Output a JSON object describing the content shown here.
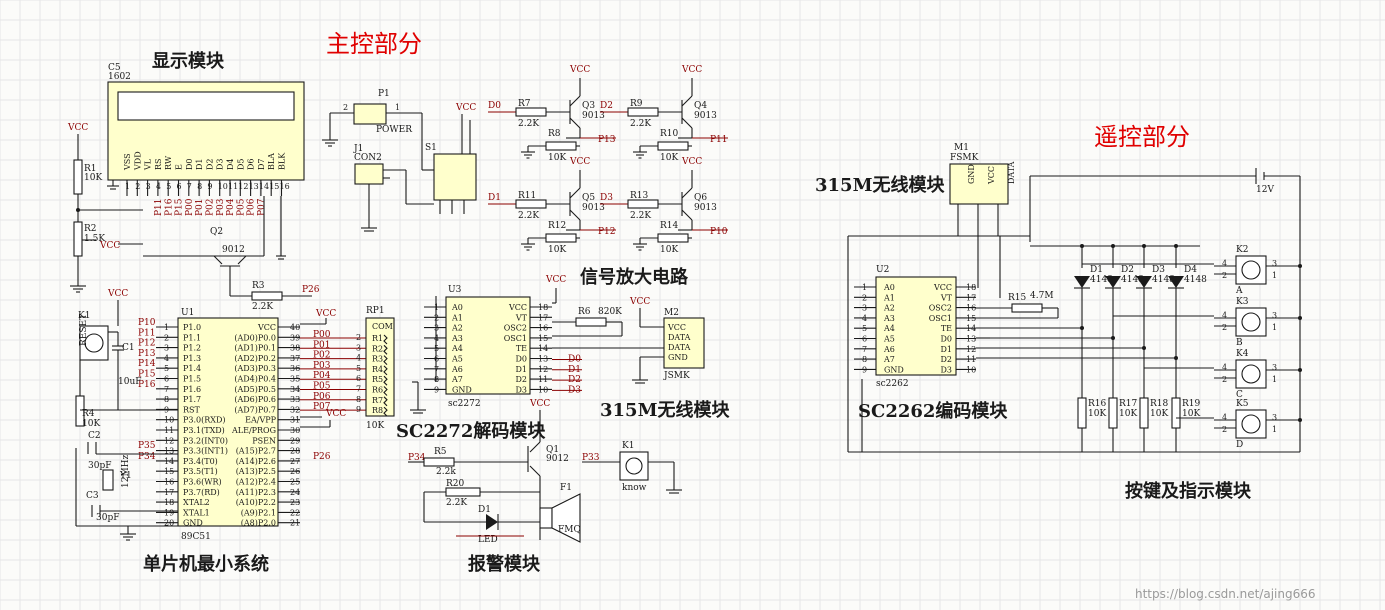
{
  "titles": {
    "main_control": "主控部分",
    "remote_control": "遥控部分",
    "display_module": "显示模块",
    "signal_amp": "信号放大电路",
    "mcu_min": "单片机最小系统",
    "rf_rx": "315M无线模块",
    "decoder": "SC2272解码模块",
    "alarm": "报警模块",
    "rf_tx": "315M无线模块",
    "encoder": "SC2262编码模块",
    "keys": "按键及指示模块"
  },
  "power": {
    "vcc": "VCC",
    "gnd": "GND",
    "battery": "12V"
  },
  "lcd": {
    "ref": "C5",
    "model": "1602",
    "pins": [
      "VSS",
      "VDD",
      "VL",
      "RS",
      "RW",
      "E",
      "D0",
      "D1",
      "D2",
      "D3",
      "D4",
      "D5",
      "D6",
      "D7",
      "BLA",
      "BLK"
    ],
    "nets": [
      "P11",
      "P16",
      "P15",
      "P00",
      "P01",
      "P02",
      "P03",
      "P04",
      "P05",
      "P06",
      "P07"
    ]
  },
  "connectors": {
    "p1": "P1",
    "p1_label": "POWER",
    "j1": "J1",
    "j1_label": "CON2",
    "s1": "S1"
  },
  "resistors": {
    "r1": "R1",
    "r1v": "10K",
    "r2": "R2",
    "r2v": "1.5K",
    "r3": "R3",
    "r3v": "2.2K",
    "r4": "R4",
    "r4v": "10K",
    "r5": "R5",
    "r5v": "2.2k",
    "r20": "R20",
    "r20v": "2.2K",
    "r6": "R6",
    "r6v": "820K",
    "r7": "R7",
    "r8": "R8",
    "r9": "R9",
    "r10": "R10",
    "r11": "R11",
    "r12": "R12",
    "r13": "R13",
    "r14": "R14",
    "r15": "R15",
    "r15v": "4.7M",
    "r16": "R16",
    "r17": "R17",
    "r18": "R18",
    "r19": "R19",
    "v22": "2.2K",
    "v10": "10K"
  },
  "transistors": {
    "q1": "Q1",
    "q2": "Q2",
    "q3": "Q3",
    "q4": "Q4",
    "q5": "Q5",
    "q6": "Q6",
    "t9012": "9012",
    "t9013": "9013"
  },
  "amp_nets": {
    "d0": "D0",
    "d1": "D1",
    "d2": "D2",
    "d3": "D3",
    "p13": "P13",
    "p11": "P11",
    "p12": "P12",
    "p10": "P10"
  },
  "mcu": {
    "ref": "U1",
    "model": "89C51",
    "left_pins": [
      [
        "1",
        "P1.0"
      ],
      [
        "2",
        "P1.1"
      ],
      [
        "3",
        "P1.2"
      ],
      [
        "4",
        "P1.3"
      ],
      [
        "5",
        "P1.4"
      ],
      [
        "6",
        "P1.5"
      ],
      [
        "7",
        "P1.6"
      ],
      [
        "8",
        "P1.7"
      ],
      [
        "9",
        "RST"
      ],
      [
        "10",
        "P3.0(RXD)"
      ],
      [
        "11",
        "P3.1(TXD)"
      ],
      [
        "12",
        "P3.2(INT0)"
      ],
      [
        "13",
        "P3.3(INT1)"
      ],
      [
        "14",
        "P3.4(T0)"
      ],
      [
        "15",
        "P3.5(T1)"
      ],
      [
        "16",
        "P3.6(WR)"
      ],
      [
        "17",
        "P3.7(RD)"
      ],
      [
        "18",
        "XTAL2"
      ],
      [
        "19",
        "XTAL1"
      ],
      [
        "20",
        "GND"
      ]
    ],
    "right_pins": [
      [
        "40",
        "VCC"
      ],
      [
        "39",
        "(AD0)P0.0"
      ],
      [
        "38",
        "(AD1)P0.1"
      ],
      [
        "37",
        "(AD2)P0.2"
      ],
      [
        "36",
        "(AD3)P0.3"
      ],
      [
        "35",
        "(AD4)P0.4"
      ],
      [
        "34",
        "(AD5)P0.5"
      ],
      [
        "33",
        "(AD6)P0.6"
      ],
      [
        "32",
        "(AD7)P0.7"
      ],
      [
        "31",
        "EA/VPP"
      ],
      [
        "30",
        "ALE/PROG"
      ],
      [
        "29",
        "PSEN"
      ],
      [
        "28",
        "(A15)P2.7"
      ],
      [
        "27",
        "(A14)P2.6"
      ],
      [
        "26",
        "(A13)P2.5"
      ],
      [
        "25",
        "(A12)P2.4"
      ],
      [
        "24",
        "(A11)P2.3"
      ],
      [
        "23",
        "(A10)P2.2"
      ],
      [
        "22",
        "(A9)P2.1"
      ],
      [
        "21",
        "(A8)P2.0"
      ]
    ],
    "left_nets": [
      "P10",
      "P11",
      "P12",
      "P13",
      "P14",
      "P15",
      "P16"
    ],
    "right_nets": [
      "P00",
      "P01",
      "P02",
      "P03",
      "P04",
      "P05",
      "P06",
      "P07"
    ],
    "extra_nets": {
      "p35": "P35",
      "p34": "P34",
      "p26": "P26"
    }
  },
  "rp1": {
    "ref": "RP1",
    "value": "10K",
    "com": "COM",
    "items": [
      "R1",
      "R2",
      "R3",
      "R4",
      "R5",
      "R6",
      "R7",
      "R8"
    ]
  },
  "caps": {
    "c1": "C1",
    "c1v": "10uF",
    "c2": "C2",
    "c2v": "30pF",
    "c3": "C3",
    "c3v": "30pF",
    "y1": "Y1",
    "y1v": "12MHz",
    "reset": "RESET",
    "k1_reset": "K1"
  },
  "u3": {
    "ref": "U3",
    "model": "sc2272",
    "left": [
      [
        "A0",
        "1"
      ],
      [
        "A1",
        "2"
      ],
      [
        "A2",
        "3"
      ],
      [
        "A3",
        "4"
      ],
      [
        "A4",
        "5"
      ],
      [
        "A5",
        "6"
      ],
      [
        "A6",
        "7"
      ],
      [
        "A7",
        "8"
      ],
      [
        "GND",
        "9"
      ]
    ],
    "right": [
      [
        "VCC",
        "18"
      ],
      [
        "VT",
        "17"
      ],
      [
        "OSC2",
        "16"
      ],
      [
        "OSC1",
        "15"
      ],
      [
        "TE",
        "14"
      ],
      [
        "D0",
        "13"
      ],
      [
        "D1",
        "12"
      ],
      [
        "D2",
        "11"
      ],
      [
        "D3",
        "10"
      ]
    ]
  },
  "m2": {
    "ref": "M2",
    "pins": [
      "VCC",
      "DATA",
      "DATA",
      "GND"
    ],
    "model": "JSMK"
  },
  "alarm_parts": {
    "led": "LED",
    "d1": "D1",
    "f1": "F1",
    "fmq": "FMQ",
    "k1": "K1",
    "know": "know",
    "p33": "P33"
  },
  "u2": {
    "ref": "U2",
    "model": "sc2262",
    "left": [
      [
        "1",
        "A0"
      ],
      [
        "2",
        "A1"
      ],
      [
        "3",
        "A2"
      ],
      [
        "4",
        "A3"
      ],
      [
        "5",
        "A4"
      ],
      [
        "6",
        "A5"
      ],
      [
        "7",
        "A6"
      ],
      [
        "8",
        "A7"
      ],
      [
        "9",
        "GND"
      ]
    ],
    "right": [
      [
        "VCC",
        "18"
      ],
      [
        "VT",
        "17"
      ],
      [
        "OSC2",
        "16"
      ],
      [
        "OSC1",
        "15"
      ],
      [
        "TE",
        "14"
      ],
      [
        "D0",
        "13"
      ],
      [
        "D1",
        "12"
      ],
      [
        "D2",
        "11"
      ],
      [
        "D3",
        "10"
      ]
    ]
  },
  "m1": {
    "ref": "M1",
    "model": "FSMK",
    "pins": [
      "GND",
      "VCC",
      "DATA"
    ]
  },
  "diodes": {
    "d1": "D1",
    "d2": "D2",
    "d3": "D3",
    "d4": "D4",
    "t4148": "4148"
  },
  "keys": {
    "k2": "K2",
    "k3": "K3",
    "k4": "K4",
    "k5": "K5",
    "a": "A",
    "b": "B",
    "c": "C",
    "d": "D"
  },
  "watermark": "https://blog.csdn.net/ajing666"
}
